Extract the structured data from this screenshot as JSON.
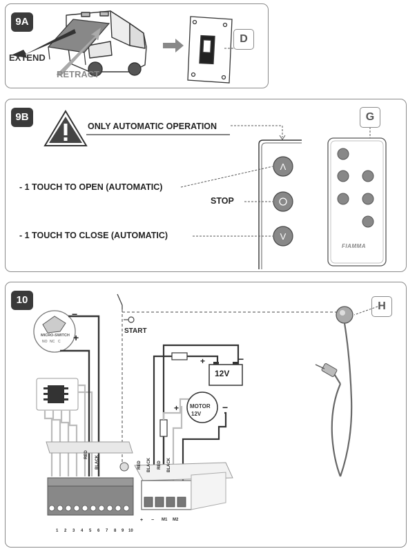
{
  "panel_9a": {
    "badge": "9A",
    "extend_label": "EXTEND",
    "retract_label": "RETRACT",
    "callout": "D"
  },
  "panel_9b": {
    "badge": "9B",
    "warning_text": "ONLY AUTOMATIC OPERATION",
    "open_text": "- 1 TOUCH TO OPEN (AUTOMATIC)",
    "stop_text": "STOP",
    "close_text": "- 1 TOUCH TO CLOSE (AUTOMATIC)",
    "callout": "G",
    "remote_brand": "FIAMMA"
  },
  "panel_10": {
    "badge": "10",
    "callout": "H",
    "micro_switch_label": "MICRO-SWITCH",
    "micro_switch_terminals": [
      "NO",
      "NC",
      "C"
    ],
    "start_label": "START",
    "battery_label": "12V",
    "motor_label": "MOTOR",
    "motor_voltage": "12V",
    "wire_labels": {
      "red": "RED",
      "black": "BLACK"
    },
    "terminal_numbers": [
      "1",
      "2",
      "3",
      "4",
      "5",
      "6",
      "7",
      "8",
      "9",
      "10"
    ],
    "motor_terminals": [
      "+",
      "−",
      "M1",
      "M2"
    ],
    "plus_sign": "+",
    "minus_sign": "−"
  }
}
